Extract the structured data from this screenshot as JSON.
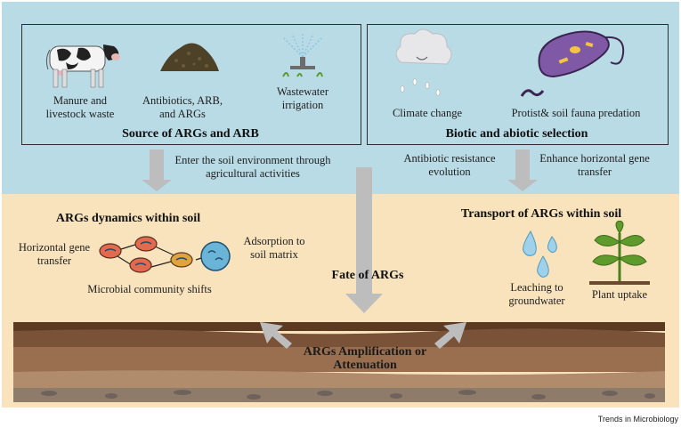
{
  "source_box": {
    "title": "Source of ARGs and ARB",
    "items": [
      {
        "label": "Manure and livestock waste",
        "icon": "cow-icon"
      },
      {
        "label": "Antibiotics, ARB, and ARGs",
        "icon": "soil-pile-icon"
      },
      {
        "label": "Wastewater irrigation",
        "icon": "sprinkler-icon"
      }
    ]
  },
  "selection_box": {
    "title": "Biotic and abiotic selection",
    "items": [
      {
        "label": "Climate change",
        "icon": "rain-cloud-icon"
      },
      {
        "label": "Protist& soil fauna predation",
        "icon": "protist-icon"
      }
    ]
  },
  "arrows": {
    "enter_soil": "Enter the soil environment through agricultural activities",
    "resistance_evolution": "Antibiotic resistance evolution",
    "enhance_hgt": "Enhance horizontal gene transfer"
  },
  "dynamics": {
    "title": "ARGs dynamics within soil",
    "hgt": "Horizontal gene transfer",
    "adsorption": "Adsorption to soil matrix",
    "shifts": "Microbial community shifts"
  },
  "fate": "Fate of ARGs",
  "transport": {
    "title": "Transport of ARGs within soil",
    "leaching": "Leaching to groundwater",
    "plant_uptake": "Plant uptake"
  },
  "amplification": "ARGs Amplification or Attenuation",
  "credit": "Trends in Microbiology",
  "colors": {
    "sky": "#b9dbe6",
    "soil_surface": "#f8e3bd",
    "arrow_grey": "#bdbdbd",
    "bacterium": "#e26a4e",
    "water": "#9fd1ea",
    "plant": "#5f9b2c"
  }
}
